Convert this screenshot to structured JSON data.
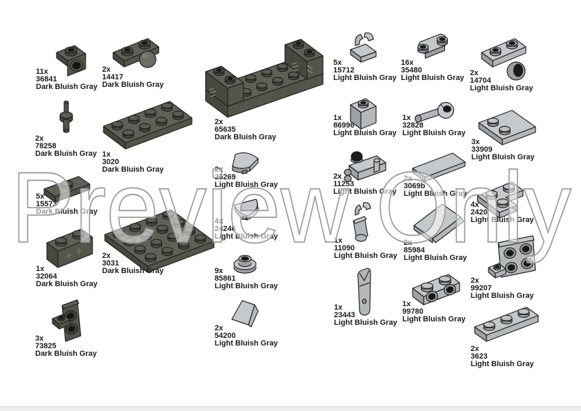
{
  "watermark": {
    "text": "Preview Only"
  },
  "colors": {
    "dark_bluish_gray": "#5f6156",
    "light_bluish_gray": "#c5c9cc",
    "watermark_outline": "#9b9b9b",
    "label_text": "#1b1b1b"
  },
  "parts": [
    {
      "qty": "11x",
      "part_number": "36841",
      "color": "Dark Bluish Gray"
    },
    {
      "qty": "2x",
      "part_number": "14417",
      "color": "Dark Bluish Gray"
    },
    {
      "qty": "2x",
      "part_number": "78258",
      "color": "Dark Bluish Gray"
    },
    {
      "qty": "1x",
      "part_number": "3020",
      "color": "Dark Bluish Gray"
    },
    {
      "qty": "5x",
      "part_number": "15573",
      "color": "Dark Bluish Gray"
    },
    {
      "qty": "1x",
      "part_number": "32064",
      "color": "Dark Bluish Gray"
    },
    {
      "qty": "2x",
      "part_number": "3031",
      "color": "Dark Bluish Gray"
    },
    {
      "qty": "3x",
      "part_number": "73825",
      "color": "Dark Bluish Gray"
    },
    {
      "qty": "2x",
      "part_number": "65635",
      "color": "Dark Bluish Gray"
    },
    {
      "qty": "2x",
      "part_number": "25269",
      "color": "Light Bluish Gray"
    },
    {
      "qty": "4x",
      "part_number": "24246",
      "color": "Light Bluish Gray"
    },
    {
      "qty": "9x",
      "part_number": "85861",
      "color": "Light Bluish Gray"
    },
    {
      "qty": "2x",
      "part_number": "54200",
      "color": "Light Bluish Gray"
    },
    {
      "qty": "5x",
      "part_number": "15712",
      "color": "Light Bluish Gray"
    },
    {
      "qty": "1x",
      "part_number": "86996",
      "color": "Light Bluish Gray"
    },
    {
      "qty": "2x",
      "part_number": "11253",
      "color": "Light Bluish Gray"
    },
    {
      "qty": "1x",
      "part_number": "11090",
      "color": "Light Bluish Gray"
    },
    {
      "qty": "1x",
      "part_number": "23443",
      "color": "Light Bluish Gray"
    },
    {
      "qty": "16x",
      "part_number": "35480",
      "color": "Light Bluish Gray"
    },
    {
      "qty": "1x",
      "part_number": "32828",
      "color": "Light Bluish Gray"
    },
    {
      "qty": "2x",
      "part_number": "3069b",
      "color": "Light Bluish Gray"
    },
    {
      "qty": "2x",
      "part_number": "85984",
      "color": "Light Bluish Gray"
    },
    {
      "qty": "1x",
      "part_number": "99780",
      "color": "Light Bluish Gray"
    },
    {
      "qty": "2x",
      "part_number": "14704",
      "color": "Light Bluish Gray"
    },
    {
      "qty": "3x",
      "part_number": "33909",
      "color": "Light Bluish Gray"
    },
    {
      "qty": "4x",
      "part_number": "2420",
      "color": "Light Bluish Gray"
    },
    {
      "qty": "2x",
      "part_number": "99207",
      "color": "Light Bluish Gray"
    },
    {
      "qty": "2x",
      "part_number": "3623",
      "color": "Light Bluish Gray"
    }
  ]
}
